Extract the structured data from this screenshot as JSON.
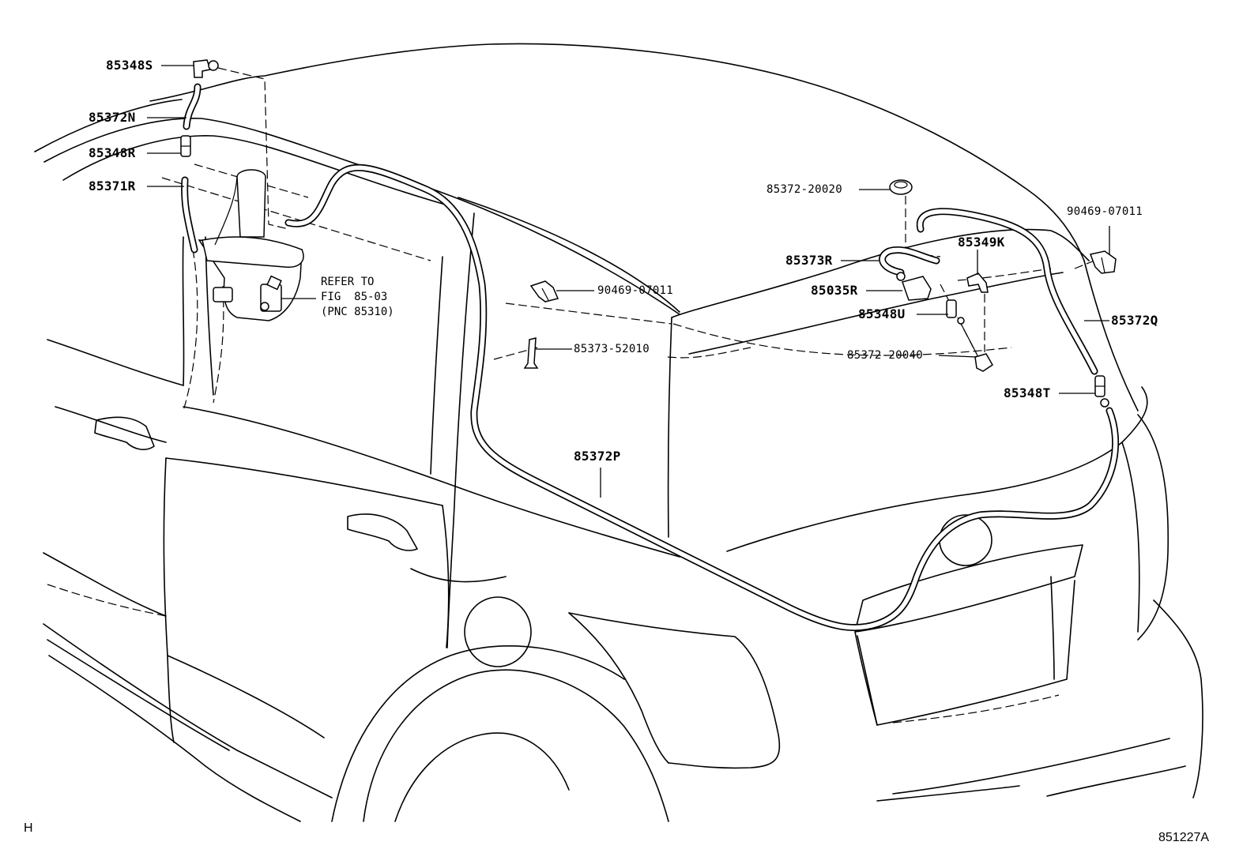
{
  "labels": {
    "p85348S": "85348S",
    "p85372N": "85372N",
    "p85348R": "85348R",
    "p85371R": "85371R",
    "p90469_07011_a": "90469-07011",
    "p85373_52010": "85373-52010",
    "p85372P": "85372P",
    "p85372_20020": "85372-20020",
    "p85373R": "85373R",
    "p85035R": "85035R",
    "p85349K": "85349K",
    "p85348U": "85348U",
    "p85372_20040": "85372-20040",
    "p90469_07011_b": "90469-07011",
    "p85372Q": "85372Q",
    "p85348T": "85348T"
  },
  "reference_note": {
    "line1": "REFER TO",
    "line2": "FIG  85-03",
    "line3": "(PNC 85310)"
  },
  "corner_mark": "H",
  "figure_id": "851227A"
}
